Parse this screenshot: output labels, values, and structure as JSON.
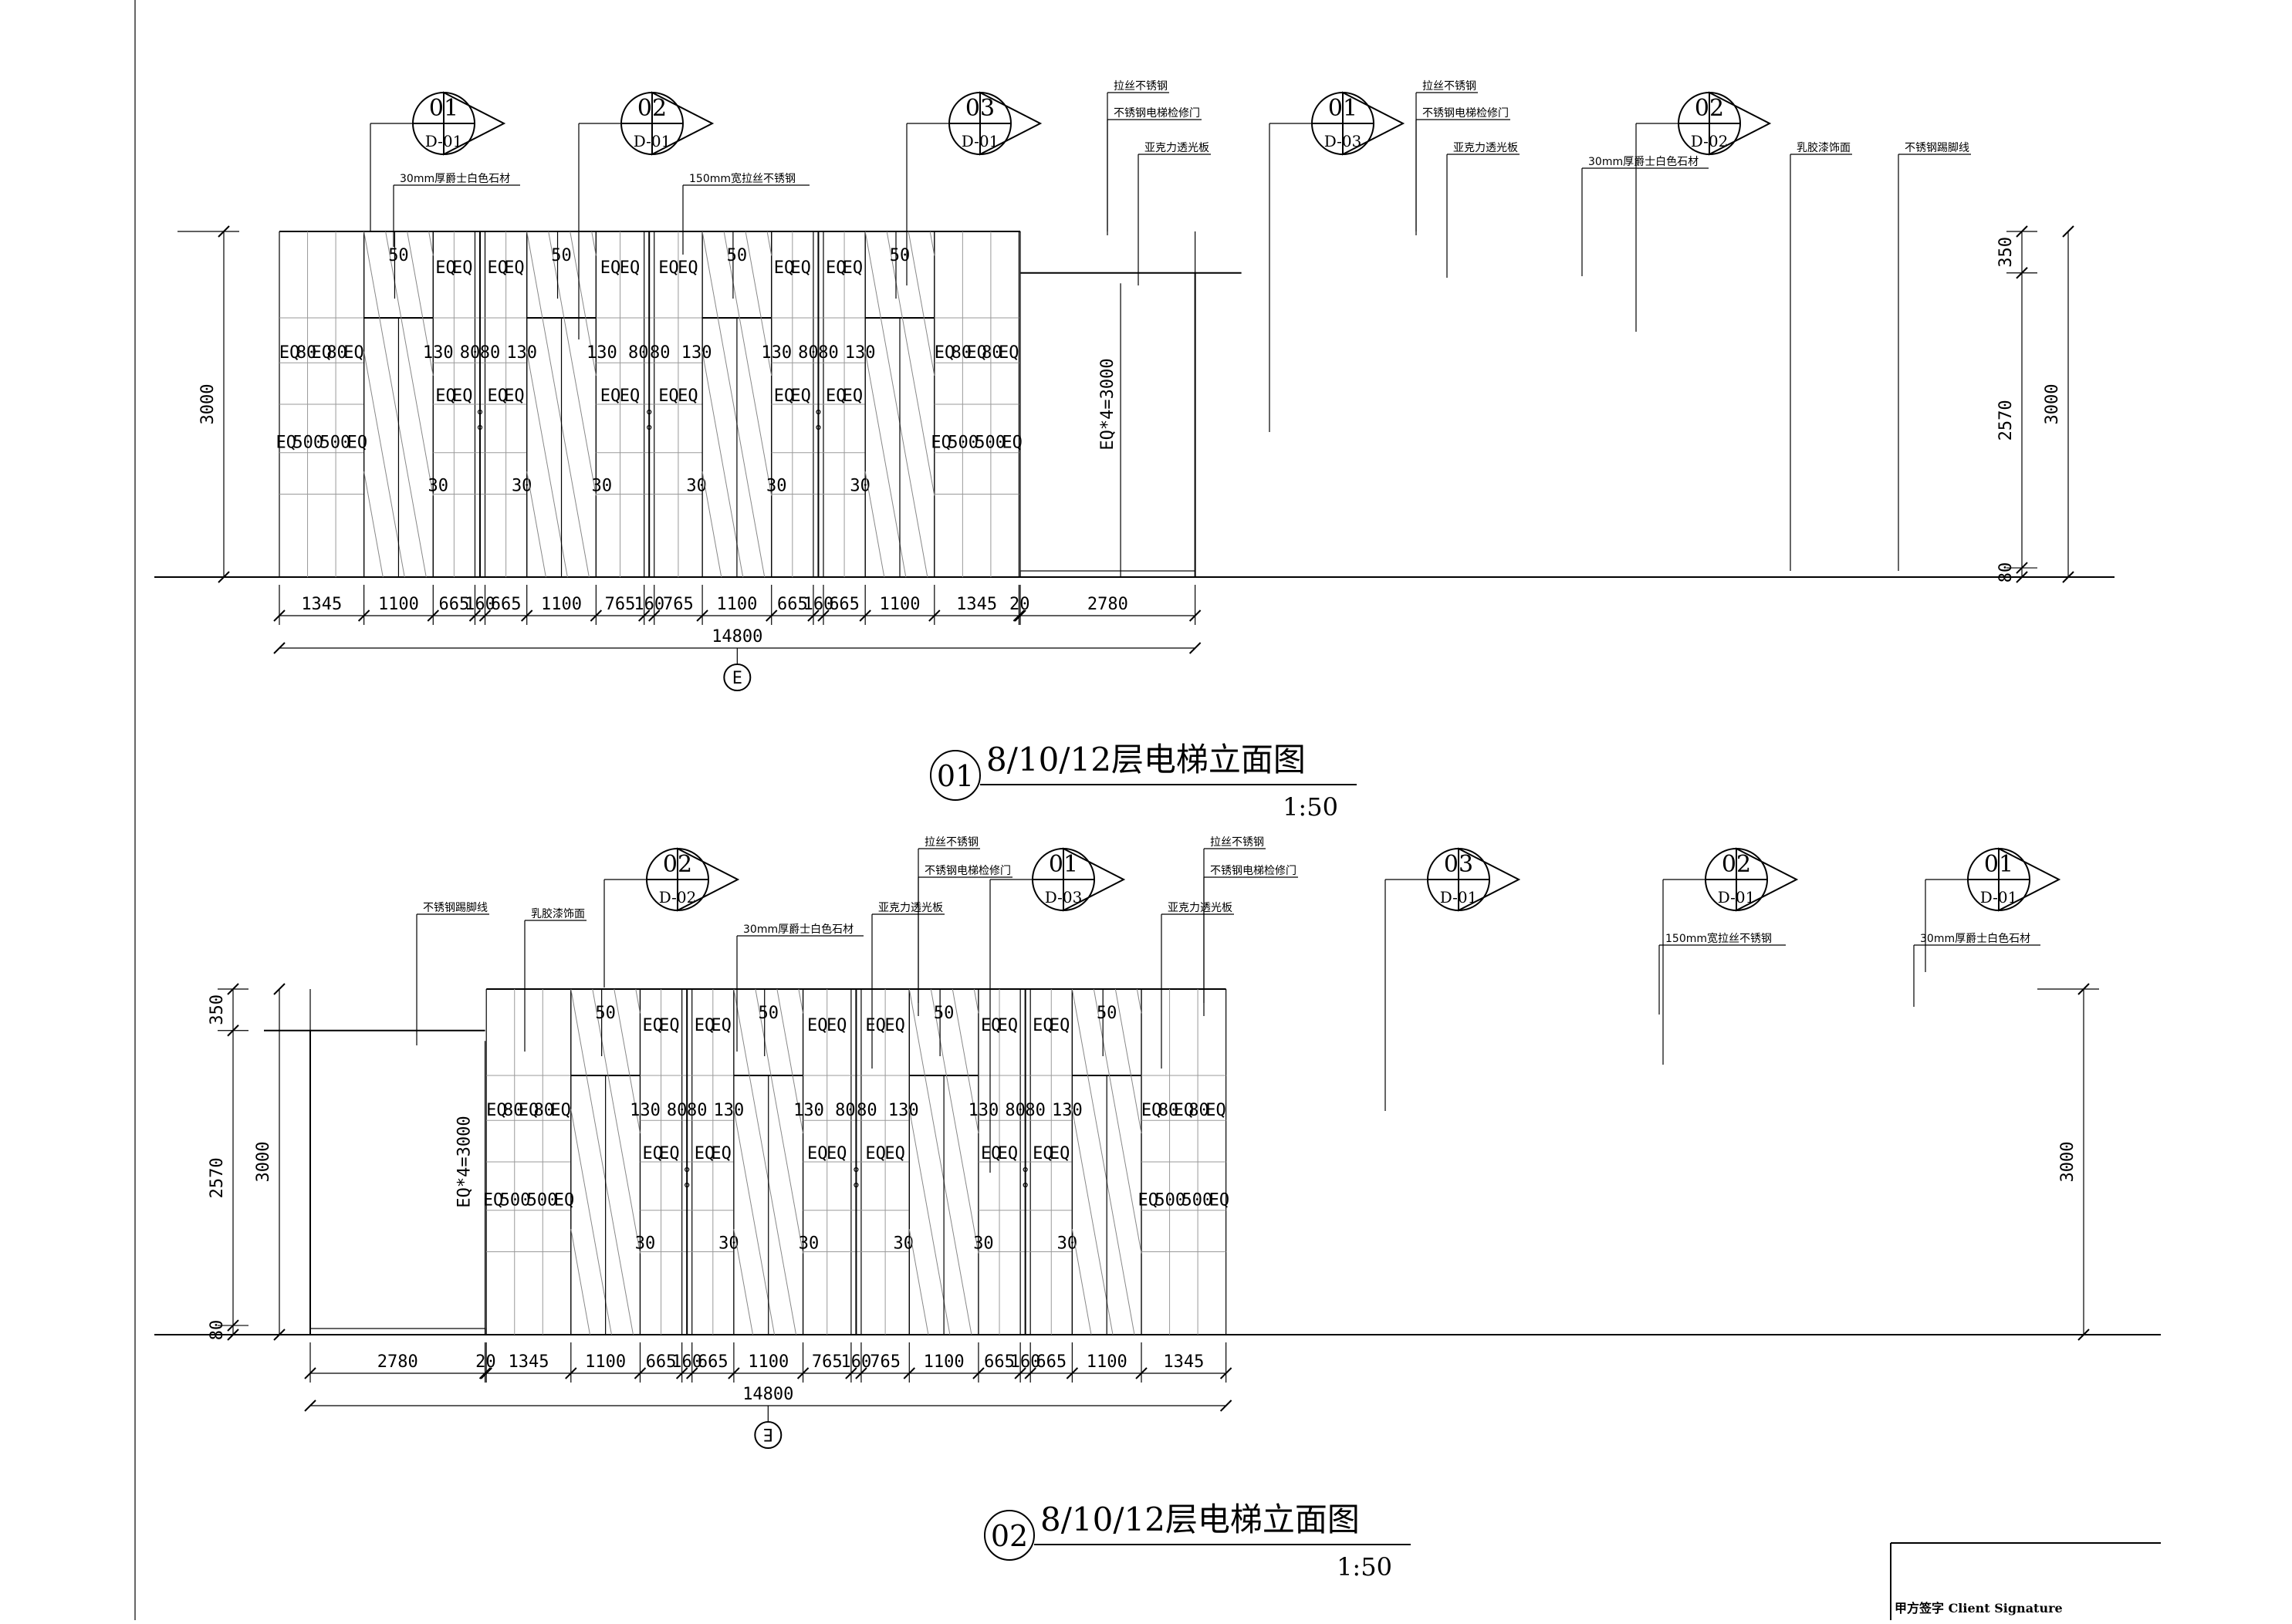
{
  "elevations": [
    {
      "id": "01",
      "title_number": "01",
      "title_text": "8/10/12层电梯立面图",
      "scale": "1:50",
      "grid_axis": "E",
      "total": "14800",
      "segments": [
        "1345",
        "1100",
        "665",
        "160",
        "665",
        "1100",
        "765",
        "160",
        "765",
        "1100",
        "665",
        "160",
        "665",
        "1100",
        "1345",
        "20",
        "2780"
      ],
      "height_left": "3000",
      "height_right": [
        "350",
        "2570",
        "80"
      ],
      "height_right_total": "3000",
      "opening_label": "EQ*4=3000",
      "panel_top_dim": "50",
      "row_labels": {
        "eq": "EQ",
        "d80": "80",
        "d500": "500",
        "d130": "130",
        "d30": "30"
      },
      "section_tags": [
        {
          "num": "01",
          "ref": "D-01"
        },
        {
          "num": "02",
          "ref": "D-01"
        },
        {
          "num": "03",
          "ref": "D-01"
        },
        {
          "num": "01",
          "ref": "D-03"
        },
        {
          "num": "02",
          "ref": "D-02"
        }
      ],
      "notes": [
        "30mm厚爵士白色石材",
        "150mm宽拉丝不锈钢",
        "拉丝不锈钢",
        "不锈钢电梯检修门",
        "亚克力透光板",
        "拉丝不锈钢",
        "不锈钢电梯检修门",
        "亚克力透光板",
        "30mm厚爵士白色石材",
        "乳胶漆饰面",
        "不锈钢踢脚线"
      ]
    },
    {
      "id": "02",
      "title_number": "02",
      "title_text": "8/10/12层电梯立面图",
      "scale": "1:50",
      "grid_axis": "E",
      "total": "14800",
      "segments": [
        "2780",
        "20",
        "1345",
        "1100",
        "665",
        "160",
        "665",
        "1100",
        "765",
        "160",
        "765",
        "1100",
        "665",
        "160",
        "665",
        "1100",
        "1345"
      ],
      "height_left": [
        "350",
        "2570",
        "80"
      ],
      "height_left_total": "3000",
      "height_right": "3000",
      "opening_label": "EQ*4=3000",
      "panel_top_dim": "50",
      "row_labels": {
        "eq": "EQ",
        "d80": "80",
        "d500": "500",
        "d130": "130",
        "d30": "30"
      },
      "section_tags": [
        {
          "num": "02",
          "ref": "D-02"
        },
        {
          "num": "01",
          "ref": "D-03"
        },
        {
          "num": "03",
          "ref": "D-01"
        },
        {
          "num": "02",
          "ref": "D-01"
        },
        {
          "num": "01",
          "ref": "D-01"
        }
      ],
      "notes": [
        "不锈钢踢脚线",
        "乳胶漆饰面",
        "30mm厚爵士白色石材",
        "拉丝不锈钢",
        "不锈钢电梯检修门",
        "亚克力透光板",
        "拉丝不锈钢",
        "不锈钢电梯检修门",
        "亚克力透光板",
        "150mm宽拉丝不锈钢",
        "30mm厚爵士白色石材"
      ]
    }
  ],
  "title_block": {
    "signature_label": "甲方签字 Client Signature"
  }
}
